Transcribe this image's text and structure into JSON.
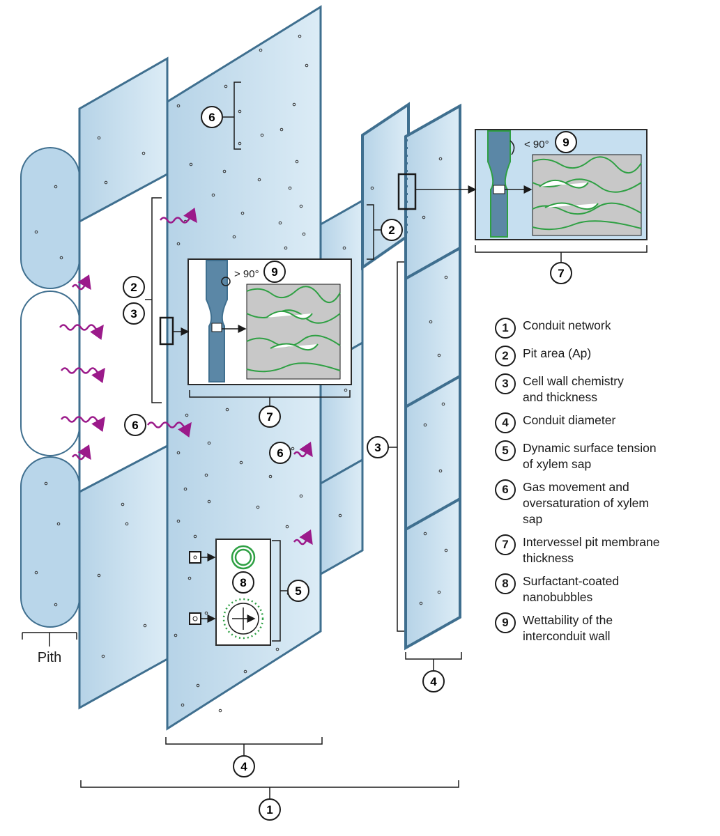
{
  "diagram": {
    "pith_label": "Pith",
    "inset_top_angle": "< 90°",
    "inset_mid_angle": "> 90°",
    "markers": {
      "m1": "1",
      "m2a": "2",
      "m2b": "2",
      "m3a": "3",
      "m3b": "3",
      "m4a": "4",
      "m4b": "4",
      "m5": "5",
      "m6a": "6",
      "m6b": "6",
      "m6c": "6",
      "m7a": "7",
      "m7b": "7",
      "m8": "8",
      "m9a": "9",
      "m9b": "9"
    }
  },
  "legend": [
    {
      "num": "1",
      "text": "Conduit network"
    },
    {
      "num": "2",
      "text": "Pit area (Ap)"
    },
    {
      "num": "3",
      "text": "Cell wall chemistry\nand thickness"
    },
    {
      "num": "4",
      "text": "Conduit diameter"
    },
    {
      "num": "5",
      "text": "Dynamic surface tension\nof xylem sap"
    },
    {
      "num": "6",
      "text": "Gas movement and\noversaturation of xylem\nsap"
    },
    {
      "num": "7",
      "text": "Intervessel pit membrane\nthickness"
    },
    {
      "num": "8",
      "text": "Surfactant-coated\nnanobubbles"
    },
    {
      "num": "9",
      "text": "Wettability of the\ninterconduit wall"
    }
  ],
  "colors": {
    "vessel_fill": "#cfe4f1",
    "vessel_stroke": "#3f6f8f",
    "wall_dark": "#5b87a6",
    "arrow_purple": "#9b1a8a",
    "membrane_green": "#2ea043",
    "membrane_grey": "#c8c8c8"
  }
}
